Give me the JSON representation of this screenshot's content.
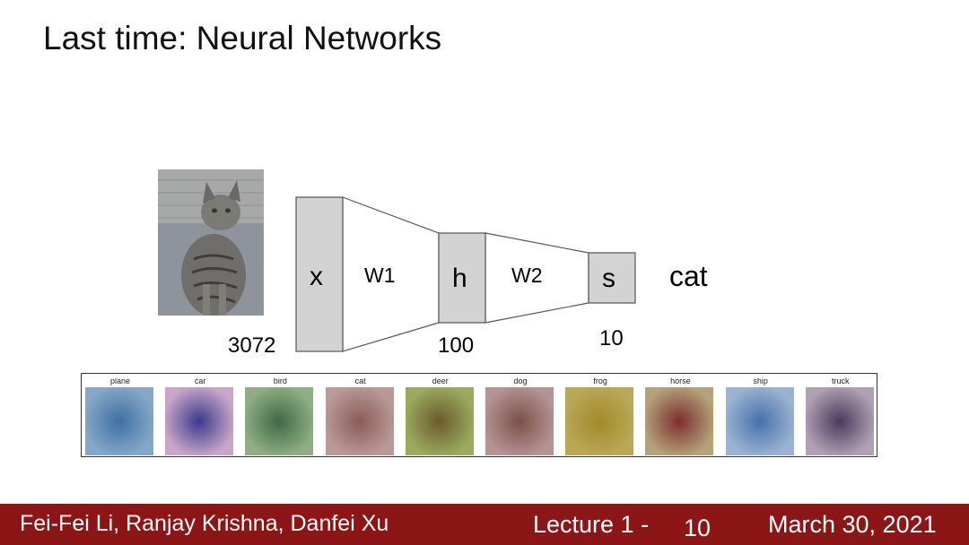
{
  "slide": {
    "title": "Last time: Neural Networks"
  },
  "diagram": {
    "input_image": "tabby-cat-photo",
    "layers": [
      {
        "symbol": "x",
        "size": "3072"
      },
      {
        "symbol": "h",
        "size": "100"
      },
      {
        "symbol": "s",
        "size": "10"
      }
    ],
    "weights": [
      "W1",
      "W2"
    ],
    "output": "cat"
  },
  "templates": {
    "classes": [
      "plane",
      "car",
      "bird",
      "cat",
      "deer",
      "dog",
      "frog",
      "horse",
      "ship",
      "truck"
    ],
    "colors": [
      [
        "#3f6fa3",
        "#86a8c8"
      ],
      [
        "#3a3a8c",
        "#c9a6c7"
      ],
      [
        "#3f6a45",
        "#8fae84"
      ],
      [
        "#8a5c58",
        "#b99a97"
      ],
      [
        "#6b5a2e",
        "#9bab5e"
      ],
      [
        "#7c5148",
        "#b39393"
      ],
      [
        "#a08a2a",
        "#b9a957"
      ],
      [
        "#7c2e2e",
        "#b4a27a"
      ],
      [
        "#4671ad",
        "#9bb3d0"
      ],
      [
        "#4b3a5e",
        "#b0a0b3"
      ]
    ]
  },
  "footer": {
    "authors": "Fei-Fei Li, Ranjay Krishna, Danfei Xu",
    "lecture": "Lecture 1 -",
    "page": "10",
    "date": "March 30, 2021",
    "bar_color": "#8c1515"
  }
}
